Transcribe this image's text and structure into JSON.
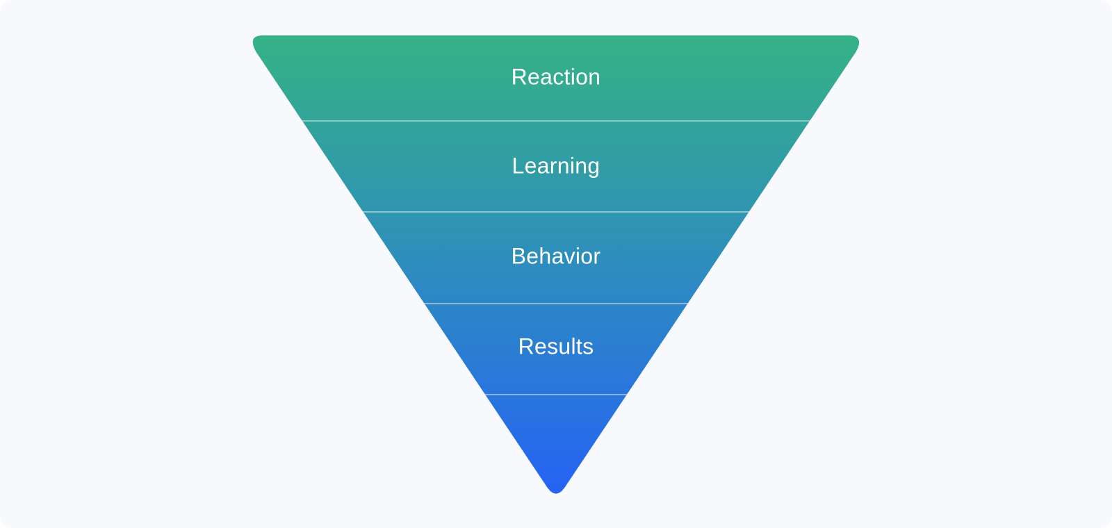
{
  "funnel": {
    "levels": [
      {
        "label": "Reaction"
      },
      {
        "label": "Learning"
      },
      {
        "label": "Behavior"
      },
      {
        "label": "Results"
      },
      {
        "label": ""
      }
    ],
    "colors": {
      "top": "#35b285",
      "bottom": "#2563f5",
      "background": "#f8f9fc"
    }
  }
}
